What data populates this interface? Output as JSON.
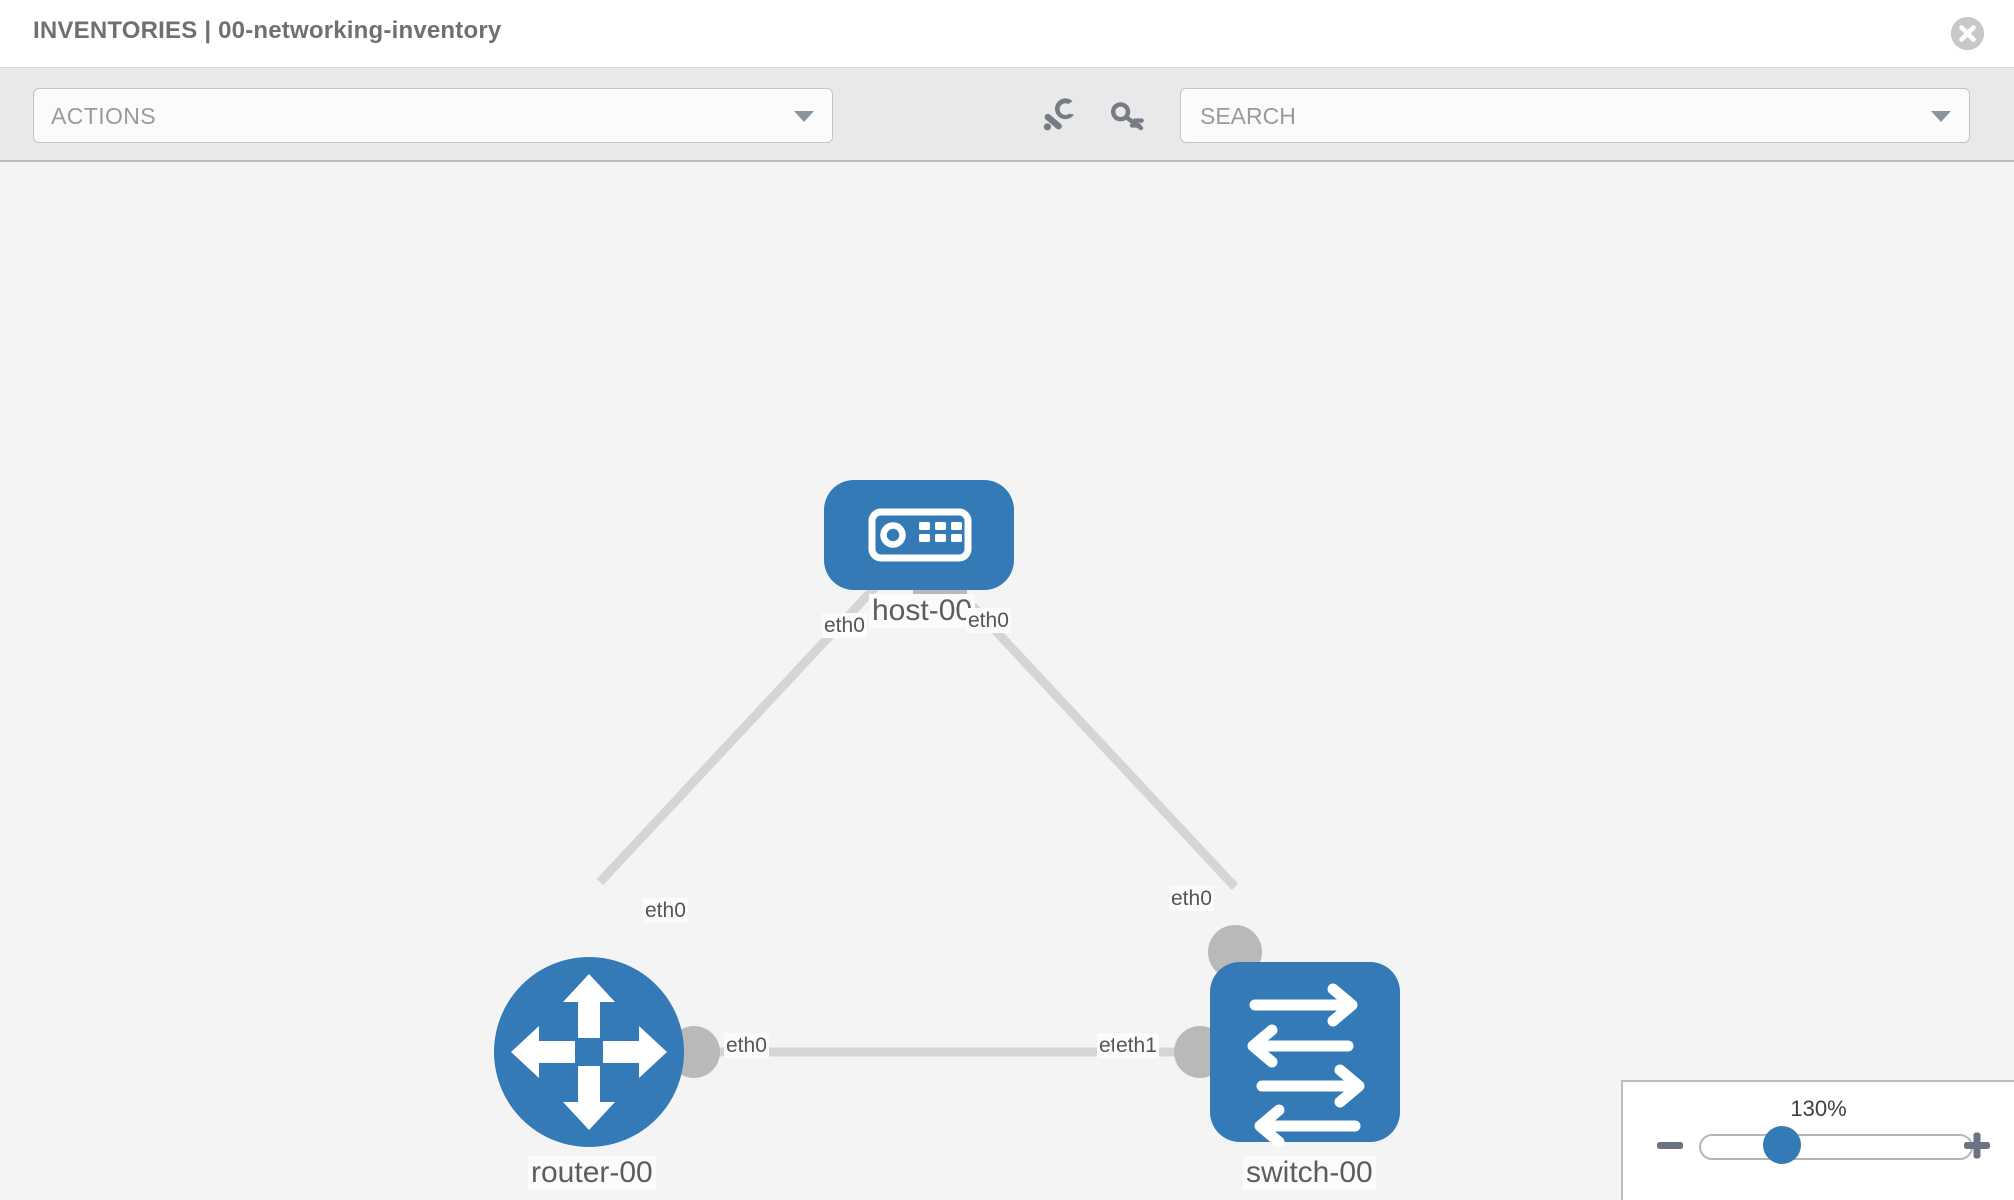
{
  "header": {
    "title": "INVENTORIES | 00-networking-inventory",
    "close_icon": "close-circle-icon"
  },
  "toolbar": {
    "actions_label": "ACTIONS",
    "actions_caret_icon": "chevron-down-icon",
    "wrench_icon": "wrench-icon",
    "key_icon": "key-icon",
    "search_placeholder": "SEARCH",
    "search_value": "",
    "search_caret_icon": "chevron-down-icon"
  },
  "topology": {
    "nodes": [
      {
        "id": "host-00",
        "label": "host-00",
        "type": "host",
        "icon": "server-icon",
        "shape": "rounded-rect",
        "color": "#337ab7"
      },
      {
        "id": "router-00",
        "label": "router-00",
        "type": "router",
        "icon": "router-arrows-icon",
        "shape": "circle",
        "color": "#337ab7"
      },
      {
        "id": "switch-00",
        "label": "switch-00",
        "type": "switch",
        "icon": "switch-arrows-icon",
        "shape": "rounded-rect",
        "color": "#337ab7"
      }
    ],
    "links": [
      {
        "from": "host-00",
        "to": "router-00",
        "from_interface": "eth0",
        "to_interface": "eth0"
      },
      {
        "from": "host-00",
        "to": "switch-00",
        "from_interface": "eth0",
        "to_interface": "eth0"
      },
      {
        "from": "router-00",
        "to": "switch-00",
        "from_interface": "eth0",
        "to_interface": "eth1"
      }
    ],
    "interface_labels": {
      "host_left": "eth0",
      "host_right": "eth0",
      "router_up": "eth0",
      "router_right": "eth0",
      "switch_up": "eth0",
      "switch_left_back": "eth0",
      "switch_left_front": "eth1"
    }
  },
  "zoom_control": {
    "percent": "130%",
    "minus_icon": "minus-icon",
    "plus_icon": "plus-icon",
    "slider_name": "zoom-slider"
  },
  "colors": {
    "node_blue": "#337ab7",
    "edge_gray": "#d5d5d5",
    "port_gray": "#b9b9b9",
    "toolbar_bg": "#e9e9e9",
    "canvas_bg": "#f4f4f4",
    "title_gray": "#707070"
  }
}
